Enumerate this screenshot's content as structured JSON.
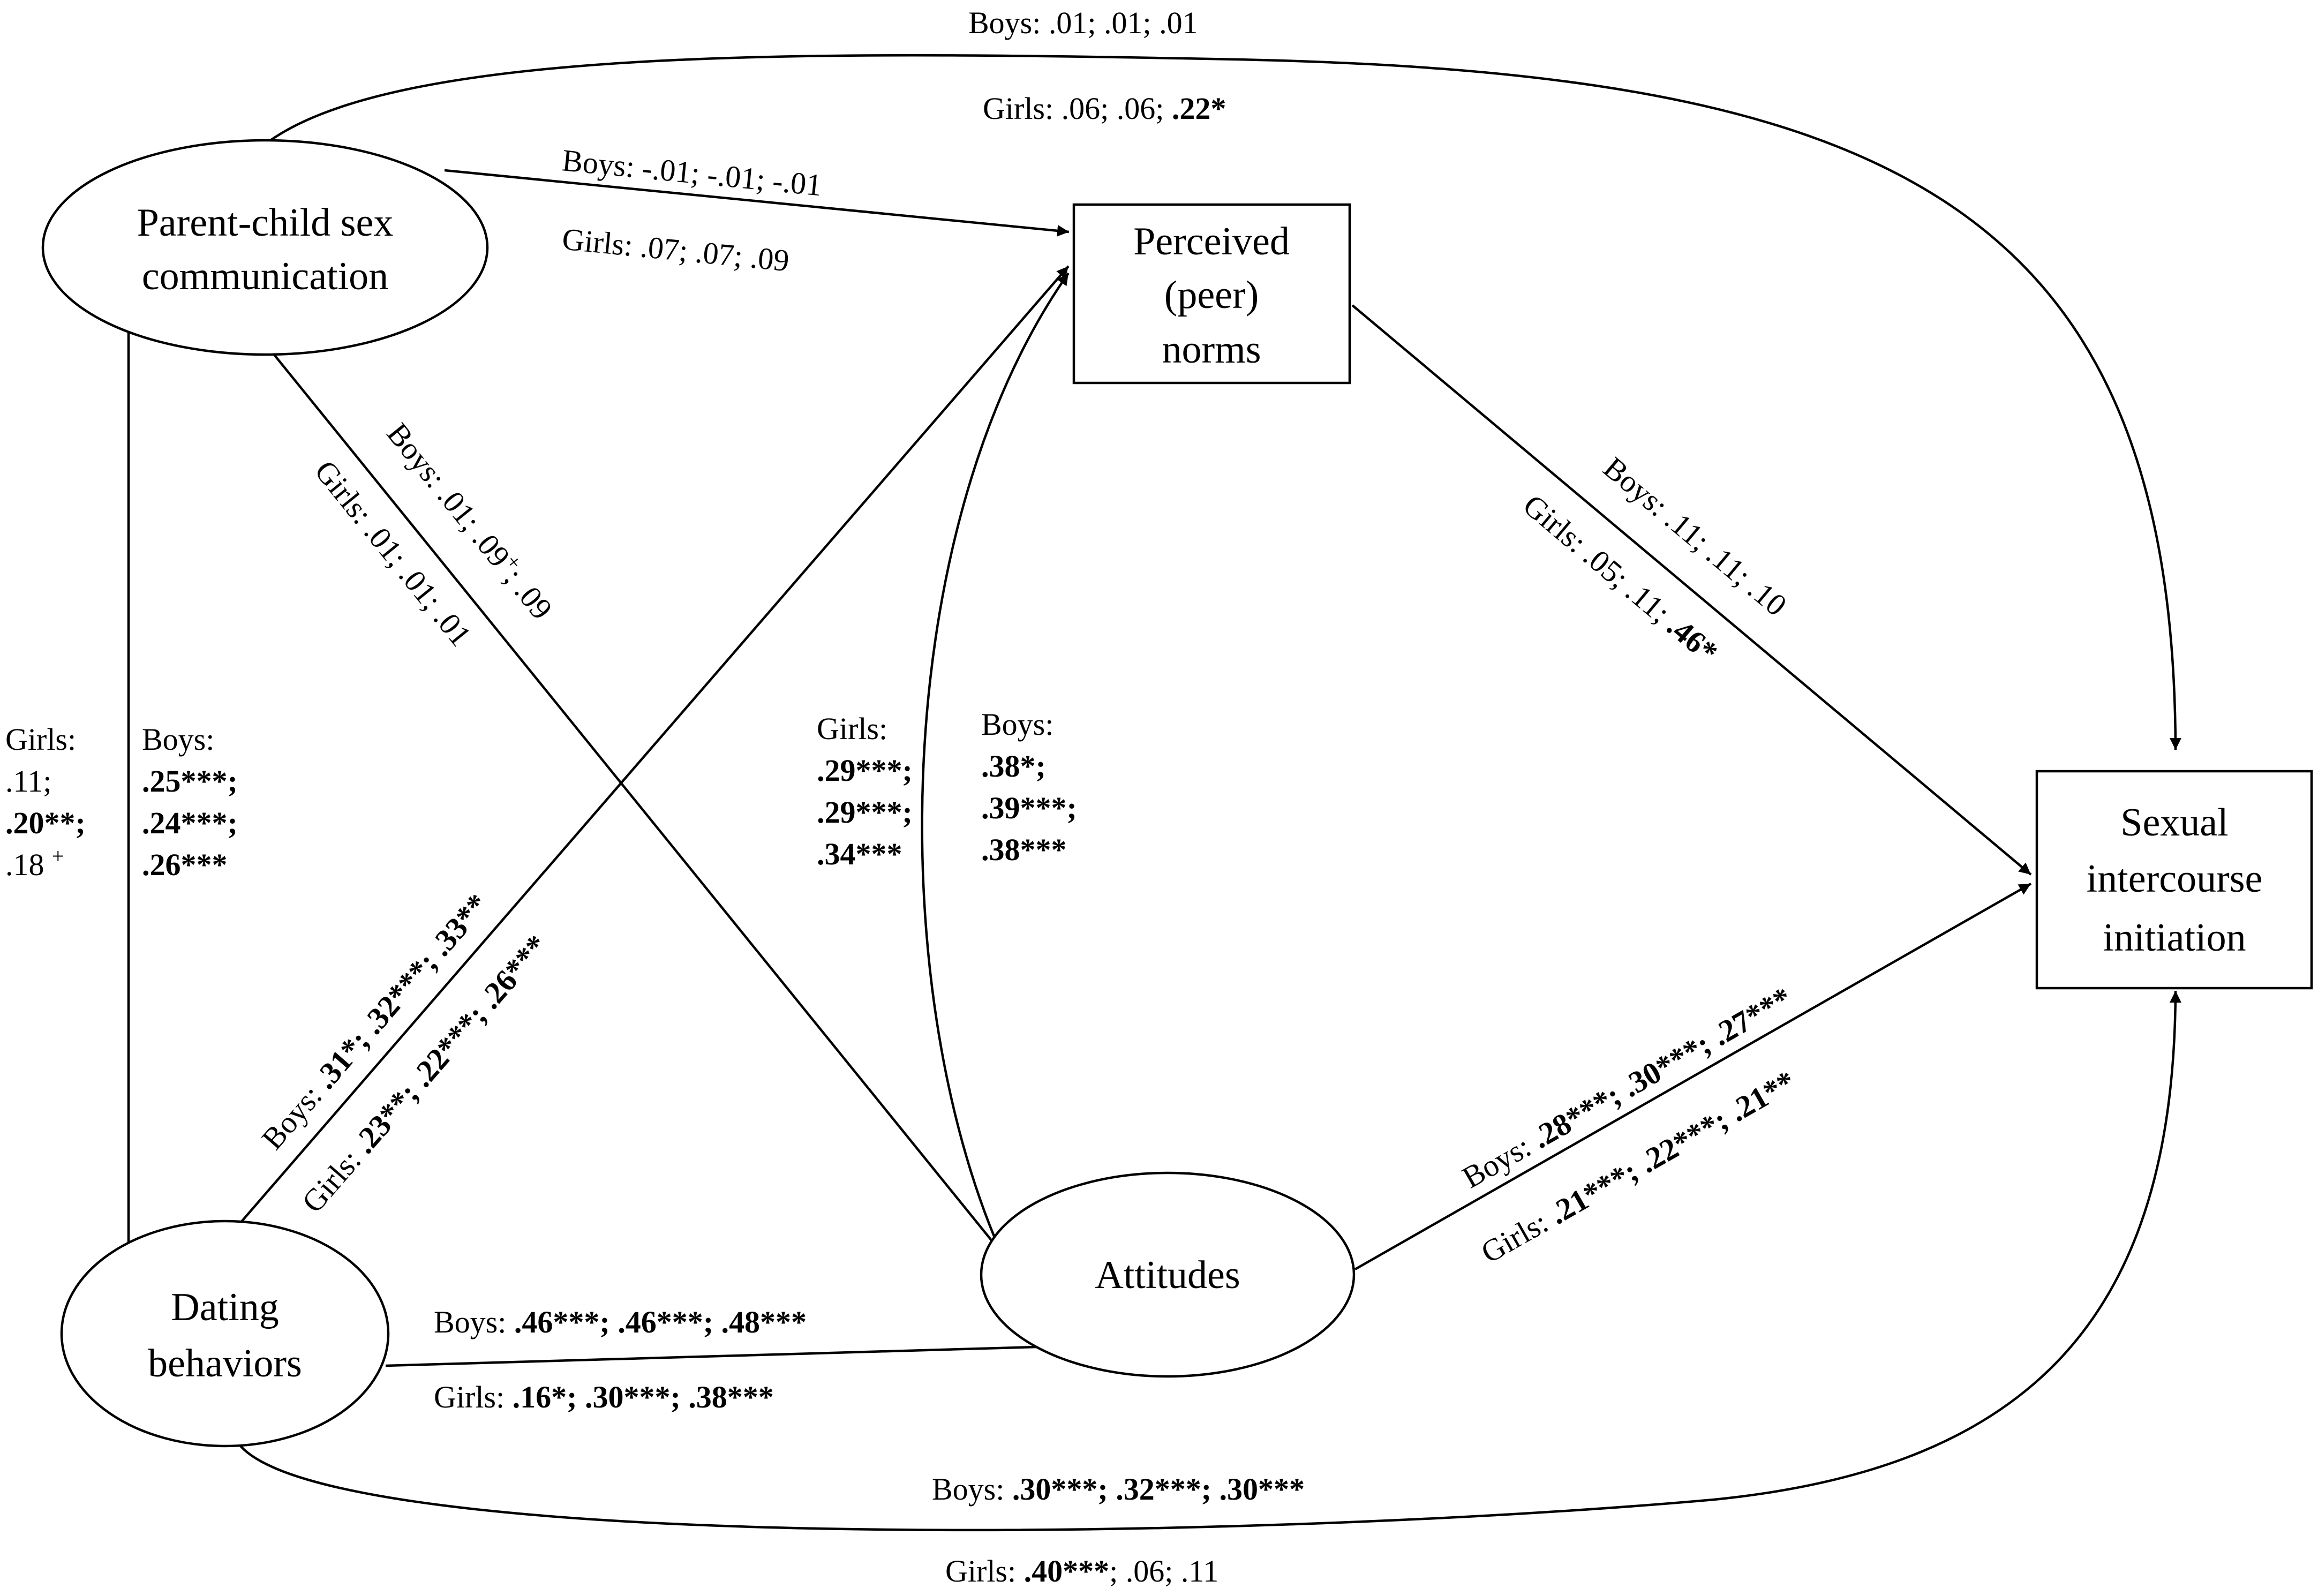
{
  "nodes": {
    "parent": {
      "lines": [
        "Parent-child sex",
        "communication"
      ]
    },
    "norms": {
      "lines": [
        "Perceived",
        "(peer)",
        "norms"
      ]
    },
    "sexual": {
      "lines": [
        "Sexual",
        "intercourse",
        "initiation"
      ]
    },
    "dating": {
      "lines": [
        "Dating",
        "behaviors"
      ]
    },
    "attitudes": {
      "lines": [
        "Attitudes"
      ]
    }
  },
  "paths": {
    "parent_to_sexual": {
      "boys": [
        {
          "t": "Boys: .01; .01; .01"
        }
      ],
      "girls": [
        {
          "t": "Girls: .06; .06; "
        },
        {
          "t": ".22*",
          "b": true
        }
      ]
    },
    "parent_to_norms": {
      "boys": [
        {
          "t": "Boys:  -.01; -.01; -.01"
        }
      ],
      "girls": [
        {
          "t": "Girls: .07; .07; .09"
        }
      ]
    },
    "parent_to_attitudes": {
      "boys": [
        {
          "t": "Boys: .01; .09"
        },
        {
          "t": "+",
          "sup": true
        },
        {
          "t": "; .09"
        }
      ],
      "girls": [
        {
          "t": "Girls: .01; .01; .01"
        }
      ]
    },
    "norms_to_sexual": {
      "boys": [
        {
          "t": "Boys: .11; .11; .10"
        }
      ],
      "girls": [
        {
          "t": "Girls: .05; .11; "
        },
        {
          "t": ".46*",
          "b": true
        }
      ]
    },
    "dating_to_parent": {
      "girls": [
        [
          {
            "t": "Girls:"
          }
        ],
        [
          {
            "t": ".11;"
          }
        ],
        [
          {
            "t": ".20**;",
            "b": true
          }
        ],
        [
          {
            "t": ".18 "
          },
          {
            "t": "+",
            "sup": true
          }
        ]
      ],
      "boys": [
        [
          {
            "t": "Boys:"
          }
        ],
        [
          {
            "t": ".25***;",
            "b": true
          }
        ],
        [
          {
            "t": ".24***;",
            "b": true
          }
        ],
        [
          {
            "t": ".26***",
            "b": true
          }
        ]
      ]
    },
    "norms_attitudes_covariance": {
      "girls": [
        [
          {
            "t": "Girls:"
          }
        ],
        [
          {
            "t": ".29***;",
            "b": true
          }
        ],
        [
          {
            "t": ".29***;",
            "b": true
          }
        ],
        [
          {
            "t": ".34***",
            "b": true
          }
        ]
      ],
      "boys": [
        [
          {
            "t": "Boys:"
          }
        ],
        [
          {
            "t": ".38*;",
            "b": true
          }
        ],
        [
          {
            "t": ".39***;",
            "b": true
          }
        ],
        [
          {
            "t": ".38***",
            "b": true
          }
        ]
      ]
    },
    "dating_to_norms": {
      "boys": [
        {
          "t": "Boys: "
        },
        {
          "t": ".31*; .32***; .33**",
          "b": true
        }
      ],
      "girls": [
        {
          "t": "Girls: "
        },
        {
          "t": ".23**; .22***; .26***",
          "b": true
        }
      ]
    },
    "attitudes_to_sexual": {
      "boys": [
        {
          "t": "Boys:  "
        },
        {
          "t": ".28***; .30***; .27***",
          "b": true
        }
      ],
      "girls": [
        {
          "t": "Girls: "
        },
        {
          "t": ".21***; .22***; .21**",
          "b": true
        }
      ]
    },
    "dating_to_attitudes": {
      "boys": [
        {
          "t": "Boys: "
        },
        {
          "t": ".46***; .46***; .48***",
          "b": true
        }
      ],
      "girls": [
        {
          "t": "Girls: "
        },
        {
          "t": ".16*; .30***; .38***",
          "b": true
        }
      ]
    },
    "dating_to_sexual": {
      "boys": [
        {
          "t": "Boys:  "
        },
        {
          "t": ".30***; .32***; .30***",
          "b": true
        }
      ],
      "girls": [
        {
          "t": "Girls: "
        },
        {
          "t": ".40***",
          "b": true
        },
        {
          "t": "; .06; .11"
        }
      ]
    }
  }
}
